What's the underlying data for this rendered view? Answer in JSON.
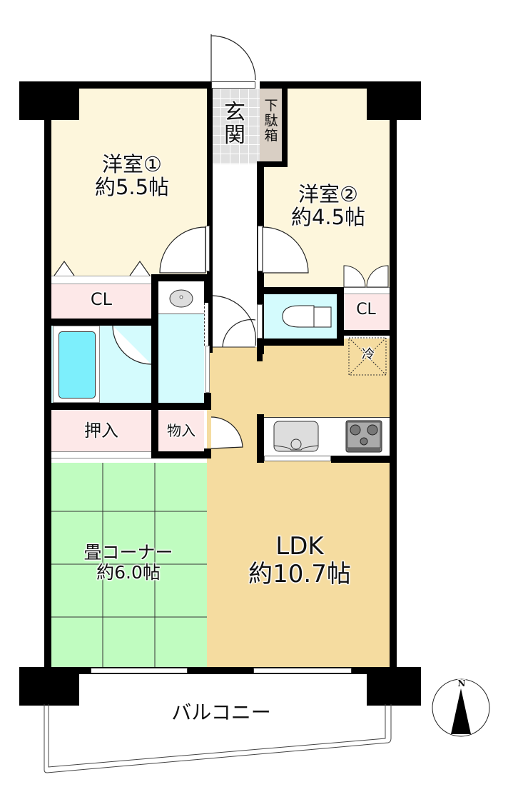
{
  "plan": {
    "colors": {
      "wall": "#000000",
      "western_room": "#fdf6dc",
      "entrance": "#e0e0e0",
      "shoe_box": "#d9cfc4",
      "closet": "#fde8e8",
      "wet_area": "#d4fbfd",
      "bathtub": "#7deffc",
      "ldk": "#f5dca0",
      "tatami": "#c0fcc0",
      "balcony": "#ffffff"
    },
    "rooms": {
      "western1": {
        "name": "洋室①",
        "size": "約5.5帖"
      },
      "western2": {
        "name": "洋室②",
        "size": "約4.5帖"
      },
      "entrance": {
        "name": "玄関"
      },
      "shoe_box": {
        "name": "下駄箱"
      },
      "closet1": {
        "name": "CL"
      },
      "closet2": {
        "name": "CL"
      },
      "refrigerator": {
        "name": "冷"
      },
      "oshiire": {
        "name": "押入"
      },
      "storage": {
        "name": "物入"
      },
      "tatami": {
        "name": "畳コーナー",
        "size": "約6.0帖"
      },
      "ldk": {
        "name": "LDK",
        "size": "約10.7帖"
      },
      "balcony": {
        "name": "バルコニー"
      }
    },
    "compass": {
      "label": "N"
    }
  }
}
